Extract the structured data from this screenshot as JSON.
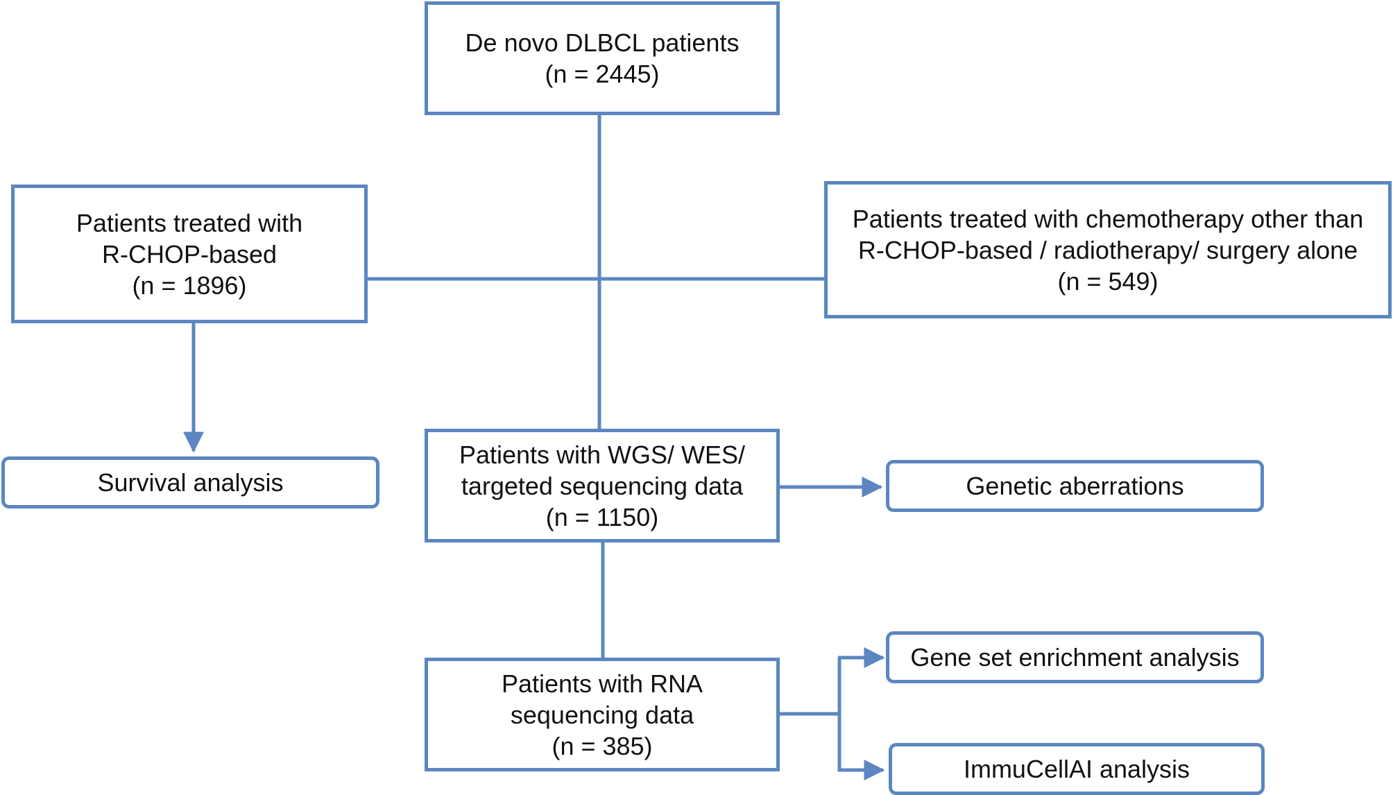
{
  "colors": {
    "line": "#5b86c1",
    "text": "#111111",
    "background": "#ffffff"
  },
  "boxes": {
    "root": {
      "line1": "De novo DLBCL patients",
      "line2": "(n = 2445)"
    },
    "rchop": {
      "line1": "Patients treated with",
      "line2": "R-CHOP-based",
      "line3": "(n = 1896)"
    },
    "other": {
      "line1": "Patients treated with chemotherapy other than",
      "line2": "R-CHOP-based / radiotherapy/ surgery alone",
      "line3": "(n = 549)"
    },
    "survival": {
      "label": "Survival analysis"
    },
    "wgs": {
      "line1": "Patients with WGS/ WES/",
      "line2": "targeted sequencing data",
      "line3": "(n = 1150)"
    },
    "genetic": {
      "label": "Genetic aberrations"
    },
    "rna": {
      "line1": "Patients with RNA",
      "line2": "sequencing data",
      "line3": "(n = 385)"
    },
    "gsea": {
      "label": "Gene set enrichment analysis"
    },
    "immucellai": {
      "label": "ImmuCellAI analysis"
    }
  }
}
